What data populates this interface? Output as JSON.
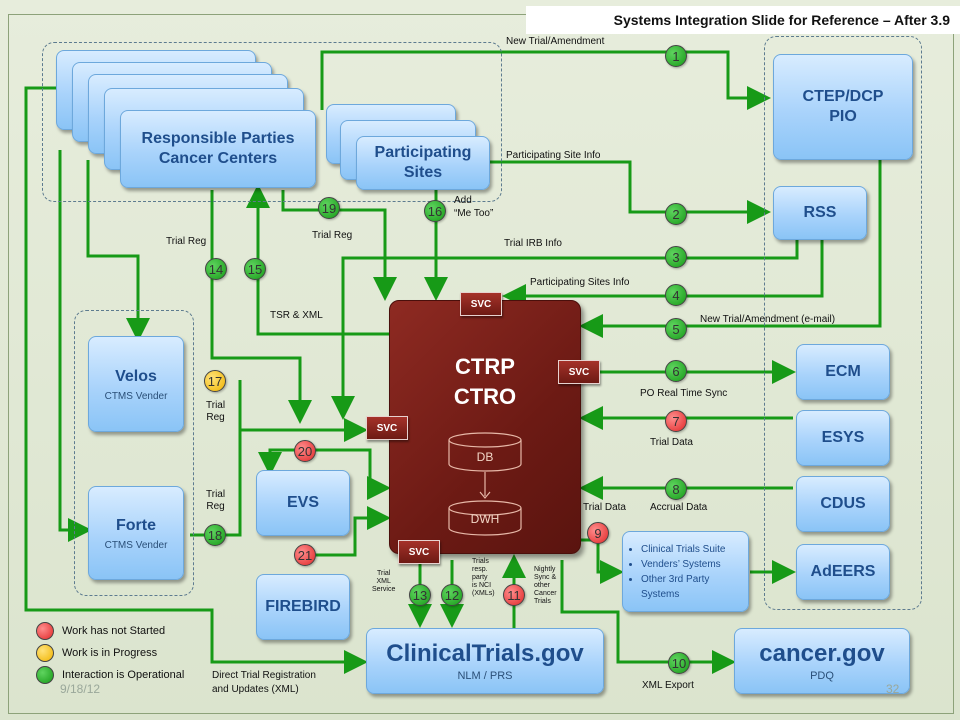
{
  "header": {
    "title": "Systems Integration Slide for Reference – After 3.9"
  },
  "boxes": {
    "responsible": "Responsible Parties\nCancer Centers",
    "participating": "Participating\nSites",
    "ctep": "CTEP/DCP\nPIO",
    "rss": "RSS",
    "velos": "Velos",
    "velos_sub": "CTMS Vender",
    "forte": "Forte",
    "forte_sub": "CTMS Vender",
    "evs": "EVS",
    "firebird": "FIREBIRD",
    "ecm": "ECM",
    "esys": "ESYS",
    "cdus": "CDUS",
    "adeers": "AdEERS",
    "clinicaltrials": "ClinicalTrials.gov",
    "clinicaltrials_sub": "NLM / PRS",
    "cancergov": "cancer.gov",
    "cancergov_sub": "PDQ"
  },
  "ctrp": {
    "line1": "CTRP",
    "line2": "CTRO",
    "svc": "SVC",
    "db": "DB",
    "dwh": "DWH"
  },
  "cts_list": [
    "Clinical Trials Suite",
    "Venders’ Systems",
    "Other 3rd Party Systems"
  ],
  "numbers": {
    "n1": "1",
    "n2": "2",
    "n3": "3",
    "n4": "4",
    "n5": "5",
    "n6": "6",
    "n7": "7",
    "n8": "8",
    "n9": "9",
    "n10": "10",
    "n11": "11",
    "n12": "12",
    "n13": "13",
    "n14": "14",
    "n15": "15",
    "n16": "16",
    "n17": "17",
    "n18": "18",
    "n19": "19",
    "n20": "20",
    "n21": "21"
  },
  "labels": {
    "new_trial": "New Trial/Amendment",
    "part_site_info": "Participating Site Info",
    "add_me_too_1": "Add",
    "add_me_too_2": "“Me Too”",
    "trial_reg_a": "Trial Reg",
    "trial_reg_b": "Trial Reg",
    "trial_irb": "Trial IRB Info",
    "part_sites_info": "Participating Sites Info",
    "tsr_xml": "TSR & XML",
    "new_trial_email": "New Trial/Amendment (e-mail)",
    "po_sync": "PO Real Time Sync",
    "trial_data_7": "Trial Data",
    "accrual": "Accrual Data",
    "trial_data_9": "Trial Data",
    "trial_reg_17a": "Trial",
    "trial_reg_17b": "Reg",
    "trial_reg_18a": "Trial",
    "trial_reg_18b": "Reg",
    "trial_xml_service": "Trial\nXML\nService",
    "trials_resp": "Trials\nresp.\nparty\nis NCI\n(XMLs)",
    "nightly": "Nightly\nSync &\nother\nCancer\nTrials",
    "direct_reg_1": "Direct Trial Registration",
    "direct_reg_2": "and Updates (XML)",
    "xml_export": "XML Export"
  },
  "legend": {
    "not_started": "Work has not Started",
    "in_progress": "Work is in Progress",
    "operational": "Interaction is Operational"
  },
  "footer": {
    "date": "9/18/12",
    "page": "32"
  },
  "colors": {
    "green": "#179a17",
    "red": "#e02828",
    "yellow": "#f0b400",
    "ctrp": "#6c1a14",
    "box": "#a9d3fb"
  }
}
